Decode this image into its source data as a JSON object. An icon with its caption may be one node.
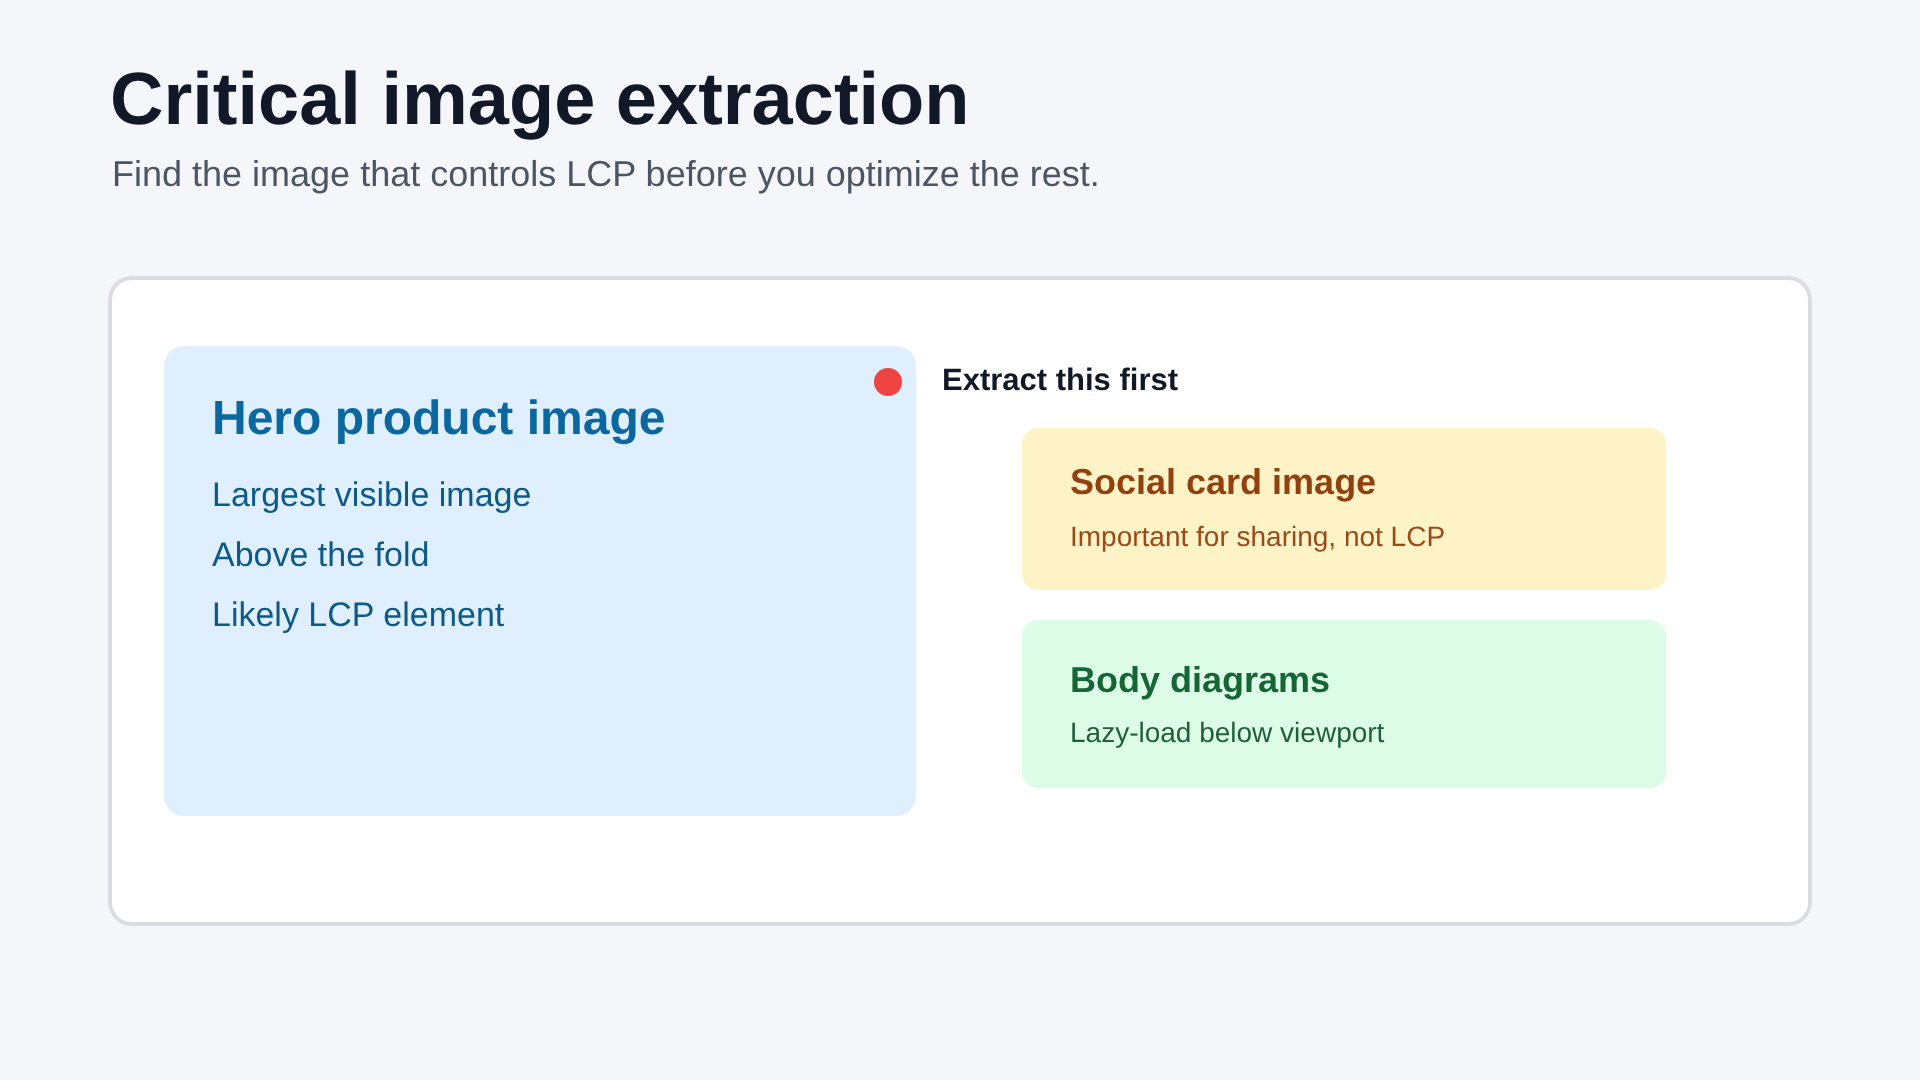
{
  "diagram": {
    "title": "Critical image extraction",
    "nodes": [
      {
        "text": [],
        "shape": "box"
      },
      {
        "text": [
          "Hero product image",
          "Largest visible image",
          "Above the fold",
          "Likely LCP element"
        ],
        "beside": [
          "Extract this first"
        ],
        "in": 0
      },
      {
        "text": [
          "Social card image",
          "Important for sharing, not LCP"
        ],
        "in": 0
      },
      {
        "text": [
          "Body diagrams",
          "Lazy-load below viewport"
        ],
        "in": 0
      }
    ],
    "edges": [],
    "labels": [
      "Find the image that controls LCP before you optimize the rest."
    ]
  }
}
